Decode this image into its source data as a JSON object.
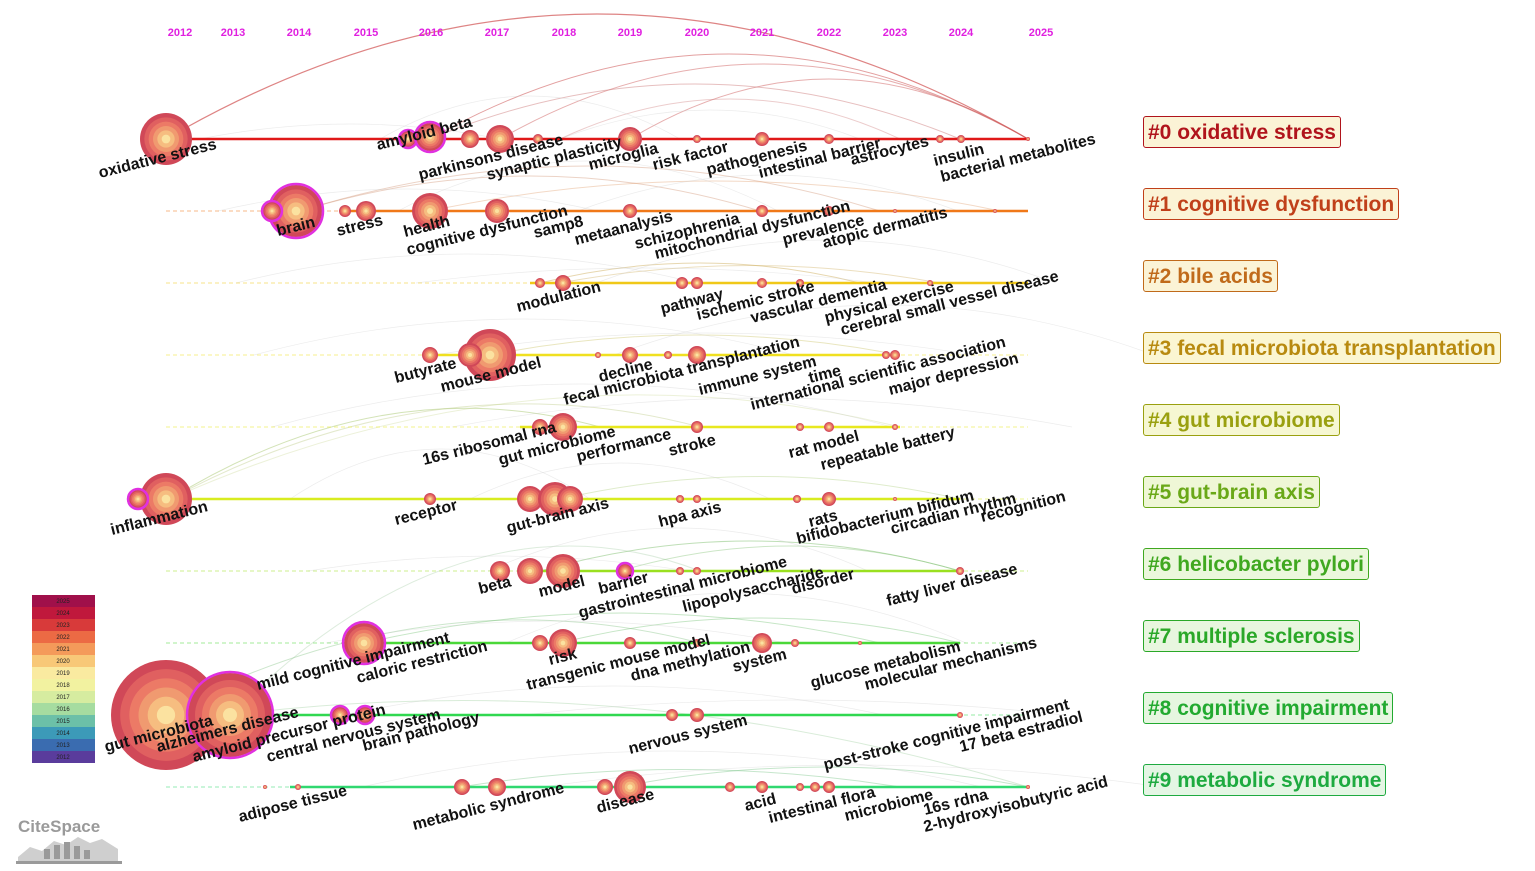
{
  "years": [
    "2012",
    "2013",
    "2014",
    "2015",
    "2016",
    "2017",
    "2018",
    "2019",
    "2020",
    "2021",
    "2022",
    "2023",
    "2024",
    "2025"
  ],
  "clusters": [
    {
      "label": "#0 oxidative stress",
      "color": "#b0141c",
      "bg": "#fbf3d6",
      "keywords": [
        "oxidative stress",
        "amyloid beta",
        "parkinsons disease",
        "synaptic plasticity",
        "microglia",
        "risk factor",
        "pathogenesis",
        "intestinal barrier",
        "astrocytes",
        "insulin",
        "bacterial metabolites"
      ]
    },
    {
      "label": "#1 cognitive dysfunction",
      "color": "#c0401a",
      "bg": "#fbf3d6",
      "keywords": [
        "brain",
        "stress",
        "health",
        "cognitive dysfunction",
        "samp8",
        "metaanalysis",
        "schizophrenia",
        "mitochondrial dysfunction",
        "prevalence",
        "atopic dermatitis"
      ]
    },
    {
      "label": "#2 bile acids",
      "color": "#c06a1a",
      "bg": "#fbf3d6",
      "keywords": [
        "modulation",
        "pathway",
        "ischemic stroke",
        "vascular dementia",
        "physical exercise",
        "cerebral small vessel disease"
      ]
    },
    {
      "label": "#3 fecal microbiota transplantation",
      "color": "#b88a10",
      "bg": "#fbf6d2",
      "keywords": [
        "butyrate",
        "mouse model",
        "decline",
        "fecal microbiota transplantation",
        "immune system",
        "time",
        "international scientific association",
        "major depression"
      ]
    },
    {
      "label": "#4 gut microbiome",
      "color": "#9aa010",
      "bg": "#f6f7d2",
      "keywords": [
        "16s ribosomal rna",
        "gut microbiome",
        "performance",
        "stroke",
        "rat model",
        "repeatable battery"
      ]
    },
    {
      "label": "#5 gut-brain axis",
      "color": "#6aa818",
      "bg": "#eff7d6",
      "keywords": [
        "inflammation",
        "receptor",
        "gut-brain axis",
        "hpa axis",
        "rats",
        "bifidobacterium bifidum",
        "circadian rhythm",
        "recognition"
      ]
    },
    {
      "label": "#6 helicobacter pylori",
      "color": "#40a820",
      "bg": "#ebf7dc",
      "keywords": [
        "beta",
        "model",
        "barrier",
        "gastrointestinal microbiome",
        "lipopolysaccharide",
        "disorder",
        "fatty liver disease"
      ]
    },
    {
      "label": "#7 multiple sclerosis",
      "color": "#2aa828",
      "bg": "#e8f6df",
      "keywords": [
        "mild cognitive impairment",
        "caloric restriction",
        "risk",
        "transgenic mouse model",
        "dna methylation",
        "system",
        "glucose metabolism",
        "molecular mechanisms"
      ]
    },
    {
      "label": "#8 cognitive impairment",
      "color": "#22aa30",
      "bg": "#e6f6e0",
      "keywords": [
        "gut microbiota",
        "alzheimers disease",
        "amyloid precursor protein",
        "central nervous system",
        "brain pathology",
        "nervous system",
        "post-stroke cognitive impairment",
        "17 beta estradiol"
      ]
    },
    {
      "label": "#9 metabolic syndrome",
      "color": "#1eaa40",
      "bg": "#e4f6e4",
      "keywords": [
        "adipose tissue",
        "metabolic syndrome",
        "disease",
        "acid",
        "intestinal flora",
        "microbiome",
        "16s rdna",
        "2-hydroxyisobutyric acid"
      ]
    }
  ],
  "legend_years": [
    "2025",
    "2024",
    "2023",
    "2022",
    "2021",
    "2020",
    "2019",
    "2018",
    "2017",
    "2016",
    "2015",
    "2014",
    "2013",
    "2012"
  ],
  "legend_colors": [
    "#a0104a",
    "#c0183c",
    "#d83a3a",
    "#ec6a44",
    "#f49a5a",
    "#f8c878",
    "#faeaa0",
    "#f2f2a0",
    "#d6eca0",
    "#a6dca0",
    "#6cc0a8",
    "#3c9ab8",
    "#3a6cb0",
    "#5a3c9c"
  ],
  "logo_text": "CiteSpace"
}
